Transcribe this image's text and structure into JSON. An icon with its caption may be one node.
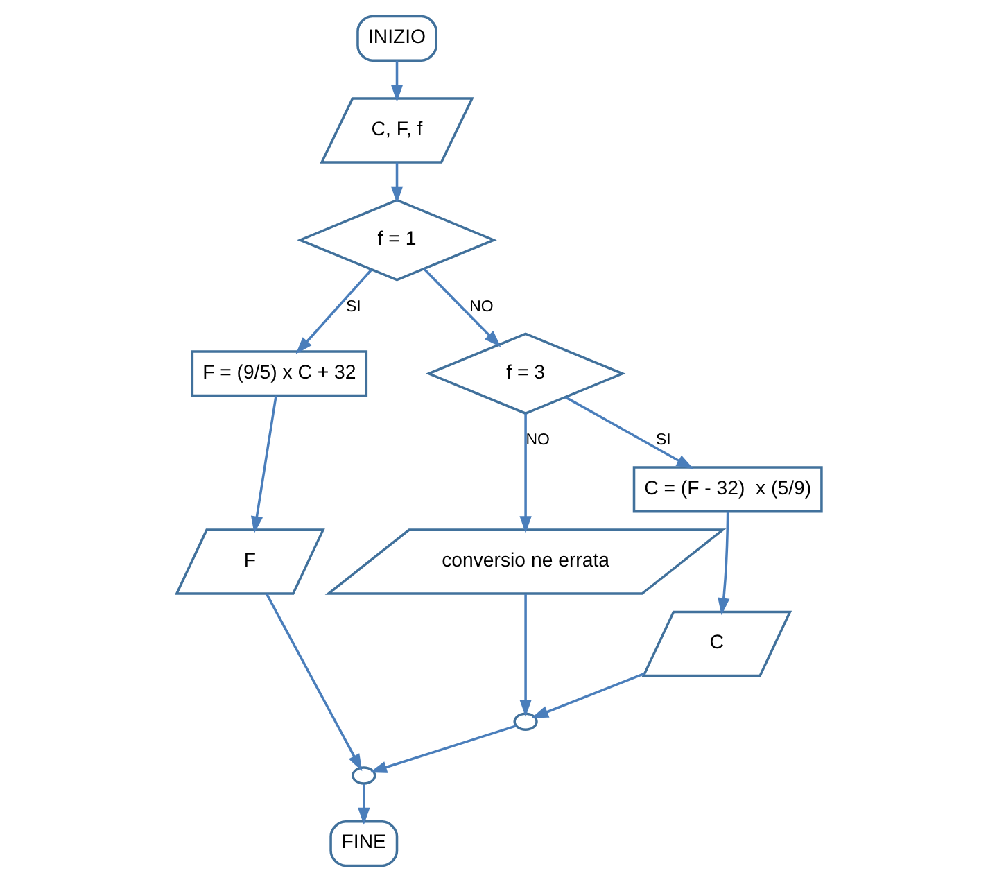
{
  "diagram": {
    "nodes": [
      {
        "text": [
          "INIZIO"
        ]
      },
      {
        "text": [
          "C, F, f"
        ]
      },
      {
        "text": [
          "f = 1"
        ]
      },
      {
        "text": [
          "F = (9/5) x C + 32"
        ]
      },
      {
        "text": [
          "F"
        ]
      },
      {
        "text": [
          "f = 3"
        ]
      },
      {
        "text": [
          "conversio ne errata"
        ]
      },
      {
        "text": [
          "C = (F - 32)  x (5/9)"
        ]
      },
      {
        "text": [
          "C"
        ]
      },
      {
        "text": [],
        "shape": "circle"
      },
      {
        "text": [],
        "shape": "circle"
      },
      {
        "text": [
          "FINE"
        ]
      }
    ],
    "edges": [
      {
        "from": 0,
        "to": 1,
        "arrow": "to"
      },
      {
        "from": 1,
        "to": 2,
        "arrow": "to"
      },
      {
        "from": 2,
        "to": 3,
        "arrow": "to",
        "label": "SI"
      },
      {
        "from": 2,
        "to": 5,
        "arrow": "to",
        "label": "NO"
      },
      {
        "from": 3,
        "to": 4,
        "arrow": "to"
      },
      {
        "from": 5,
        "to": 6,
        "arrow": "to",
        "label": "NO"
      },
      {
        "from": 5,
        "to": 7,
        "arrow": "to",
        "label": "SI"
      },
      {
        "from": 7,
        "to": 8,
        "arrow": "to"
      },
      {
        "from": 6,
        "to": 9,
        "arrow": "to"
      },
      {
        "from": 8,
        "to": 9,
        "arrow": "to"
      },
      {
        "from": 9,
        "to": 10,
        "arrow": "to"
      },
      {
        "from": 4,
        "to": 10,
        "arrow": "to"
      },
      {
        "from": 10,
        "to": 11,
        "arrow": "to"
      }
    ]
  }
}
